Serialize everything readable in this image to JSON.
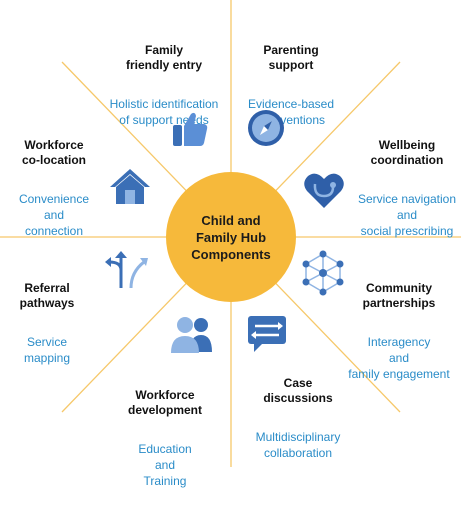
{
  "hub": {
    "title": "Child and\nFamily Hub\nComponents"
  },
  "components": [
    {
      "title": "Family\nfriendly entry",
      "subtitle": "Holistic identification\nof support needs",
      "icon": "thumbs-up-icon"
    },
    {
      "title": "Parenting\nsupport",
      "subtitle": "Evidence-based\ninterventions",
      "icon": "compass-icon"
    },
    {
      "title": "Wellbeing\ncoordination",
      "subtitle": "Service navigation\nand\nsocial prescribing",
      "icon": "heart-stethoscope-icon"
    },
    {
      "title": "Community\npartnerships",
      "subtitle": "Interagency\nand\nfamily engagement",
      "icon": "network-icon"
    },
    {
      "title": "Case\ndiscussions",
      "subtitle": "Multidisciplinary\ncollaboration",
      "icon": "chat-arrows-icon"
    },
    {
      "title": "Workforce\ndevelopment",
      "subtitle": "Education\nand\nTraining",
      "icon": "people-icon"
    },
    {
      "title": "Referral\npathways",
      "subtitle": "Service\nmapping",
      "icon": "split-arrows-icon"
    },
    {
      "title": "Workforce\nco-location",
      "subtitle": "Convenience\nand\nconnection",
      "icon": "house-icon"
    }
  ],
  "colors": {
    "hub": "#f6b93b",
    "subtitle": "#2a8cc8",
    "icon_blue": "#3b6fb6",
    "icon_light": "#8fb4e3",
    "lines": "#f6c86a"
  }
}
